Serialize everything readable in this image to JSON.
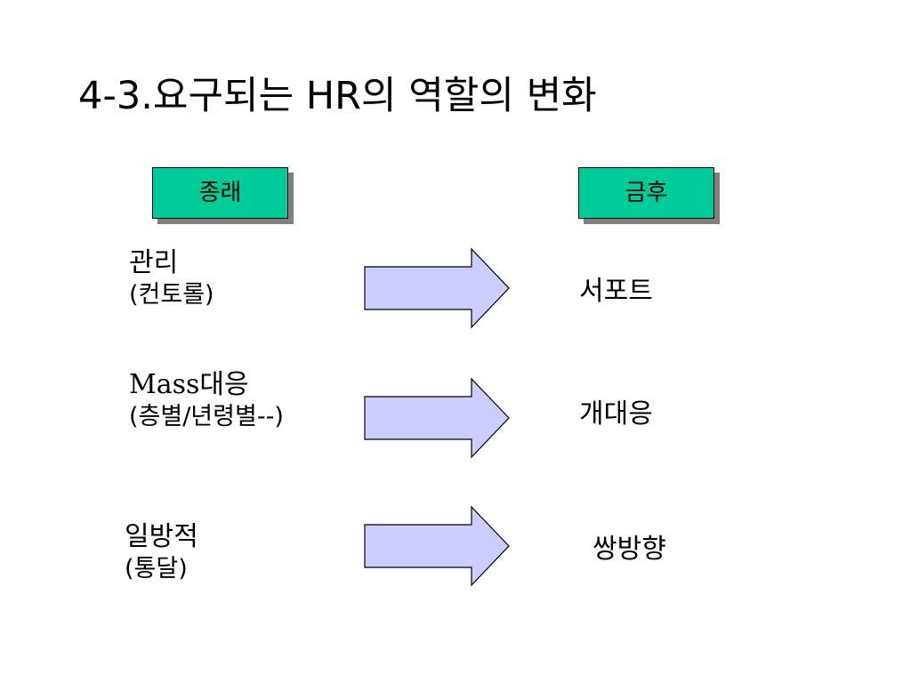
{
  "slide": {
    "title": "4-3.요구되는 HR의 역할의 변화"
  },
  "headers": {
    "before": "종래",
    "after": "금후"
  },
  "rows": [
    {
      "before_main": "관리",
      "before_sub": "(컨토롤)",
      "after": "서포트"
    },
    {
      "before_main": "Mass대응",
      "before_sub": "(층별/년령별--)",
      "after": "개대응"
    },
    {
      "before_main": "일방적",
      "before_sub": "(통달)",
      "after": "쌍방향"
    }
  ],
  "colors": {
    "header_fill": "#00cc99",
    "arrow_fill": "#ccccff",
    "shadow": "#808080"
  },
  "icons": {
    "arrow": "right-arrow-icon"
  }
}
